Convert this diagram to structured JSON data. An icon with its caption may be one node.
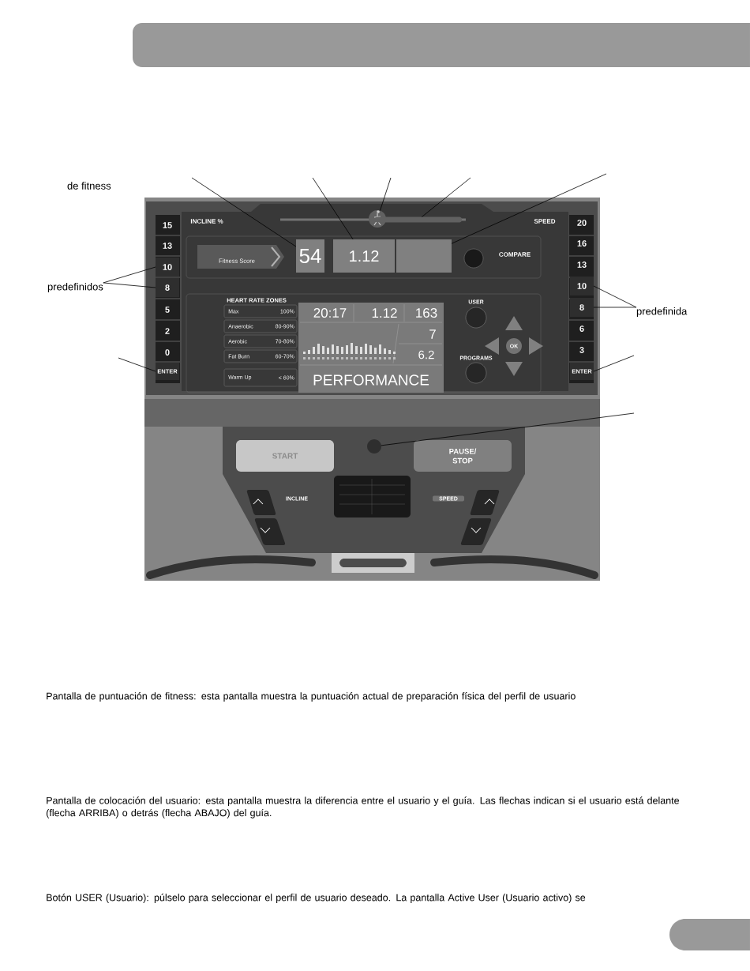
{
  "diagram": {
    "nodes": [
      {
        "text": [],
        "shape": "picture"
      },
      {
        "text": [
          "de fitness"
        ]
      },
      {
        "text": [
          "predefinidos"
        ]
      },
      {
        "text": [
          "predefinida"
        ]
      },
      {
        "text": [
          "54"
        ],
        "in": 0
      },
      {
        "text": [
          "1.12"
        ],
        "in": 0
      },
      {
        "text": [],
        "shape": "circle",
        "in": 0
      },
      {
        "text": [],
        "shape": "bar",
        "in": 0
      },
      {
        "text": [],
        "shape": "box",
        "in": 0
      },
      {
        "text": [
          "10"
        ],
        "in": 0
      },
      {
        "text": [
          "8"
        ],
        "in": 0
      },
      {
        "text": [
          "ENTER"
        ],
        "in": 0
      },
      {
        "text": [
          "10"
        ],
        "in": 0
      },
      {
        "text": [
          "8"
        ],
        "in": 0
      },
      {
        "text": [
          "ENTER"
        ],
        "in": 0
      },
      {
        "text": [],
        "shape": "circle",
        "in": 0
      }
    ],
    "edges": [
      {
        "from": null,
        "to": 4,
        "arrow": "none"
      },
      {
        "from": null,
        "to": 5,
        "arrow": "none"
      },
      {
        "from": null,
        "to": 6,
        "arrow": "none"
      },
      {
        "from": null,
        "to": 7,
        "arrow": "none"
      },
      {
        "from": null,
        "to": 8,
        "arrow": "none"
      },
      {
        "from": 2,
        "to": 9,
        "arrow": "none"
      },
      {
        "from": 2,
        "to": 10,
        "arrow": "none"
      },
      {
        "from": 3,
        "to": 12,
        "arrow": "none"
      },
      {
        "from": 3,
        "to": 13,
        "arrow": "none"
      },
      {
        "from": null,
        "to": 11,
        "arrow": "none"
      },
      {
        "from": null,
        "to": 14,
        "arrow": "none"
      },
      {
        "from": null,
        "to": 15,
        "arrow": "none"
      }
    ],
    "labels": [
      "INCLINE %",
      "SPEED",
      "Fitness Score",
      "COMPARE",
      "15",
      "13",
      "5",
      "2",
      "0",
      "20",
      "16",
      "13",
      "6",
      "3",
      "HEART RATE ZONES",
      "Max",
      "100%",
      "Anaerobic",
      "80-90%",
      "Aerobic",
      "70-80%",
      "Fat Burn",
      "60-70%",
      "Warm Up",
      "< 60%",
      "20:17",
      "1.12",
      "163",
      "USER",
      "7",
      "6.2",
      "OK",
      "PROGRAMS",
      "PERFORMANCE",
      "START",
      "PAUSE/ STOP",
      "INCLINE",
      "SPEED",
      "Pantalla de puntuación de fitness: esta pantalla muestra la puntuación actual de preparación física del perfil de usuario",
      "Pantalla de colocación del usuario: esta pantalla muestra la diferencia entre el usuario y el guía. Las flechas indican si el usuario está delante (flecha ARRIBA) o detrás (flecha ABAJO) del guía.",
      "Botón USER (Usuario): púlselo para seleccionar el perfil de usuario deseado. La pantalla Active User (Usuario activo) se"
    ]
  }
}
